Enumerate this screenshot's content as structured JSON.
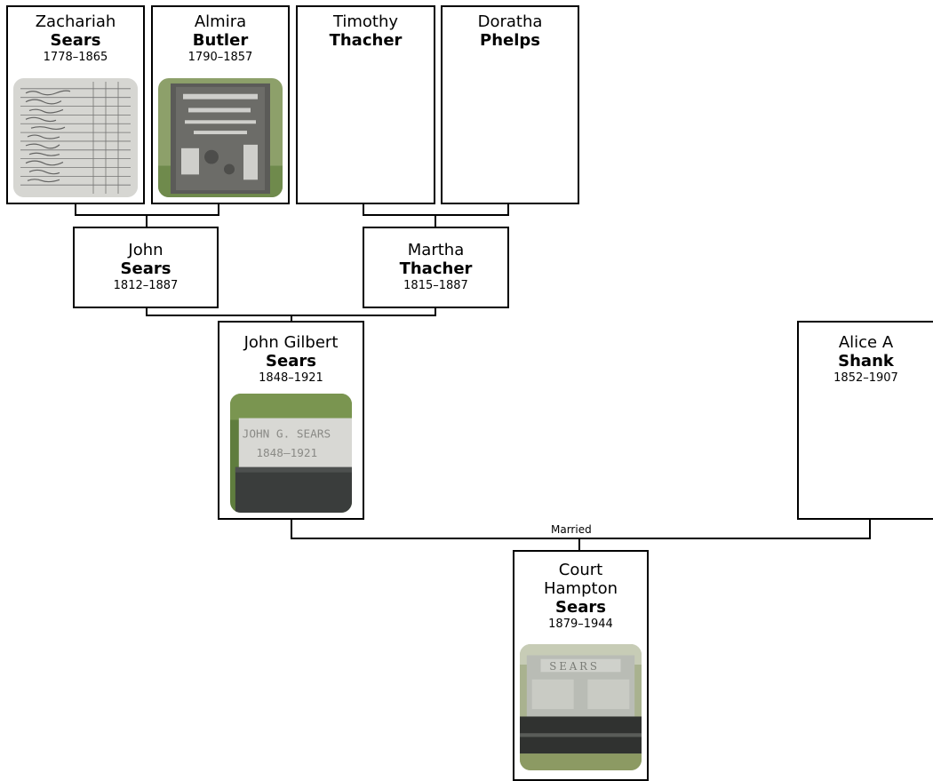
{
  "people": {
    "zachariah": {
      "given": "Zachariah",
      "surname": "Sears",
      "dates": "1778–1865",
      "photo": "census-record-photo"
    },
    "almira": {
      "given": "Almira",
      "surname": "Butler",
      "dates": "1790–1857",
      "photo": "gravestone-photo"
    },
    "timothy": {
      "given": "Timothy",
      "surname": "Thacher",
      "dates": ""
    },
    "doratha": {
      "given": "Doratha",
      "surname": "Phelps",
      "dates": ""
    },
    "john": {
      "given": "John",
      "surname": "Sears",
      "dates": "1812–1887"
    },
    "martha": {
      "given": "Martha",
      "surname": "Thacher",
      "dates": "1815–1887"
    },
    "john_gilbert": {
      "given": "John Gilbert",
      "surname": "Sears",
      "dates": "1848–1921",
      "photo": "gravestone-photo",
      "photo_text": [
        "JOHN G. SEARS",
        "1848—1921"
      ]
    },
    "alice": {
      "given": "Alice A",
      "surname": "Shank",
      "dates": "1852–1907"
    },
    "court": {
      "given": "Court Hampton",
      "surname": "Sears",
      "dates": "1879–1944",
      "photo": "gravestone-photo",
      "photo_text": [
        "SEARS"
      ]
    }
  },
  "relationships": {
    "john_gilbert_alice": "Married"
  },
  "colors": {
    "border": "#000000",
    "background": "#ffffff"
  }
}
